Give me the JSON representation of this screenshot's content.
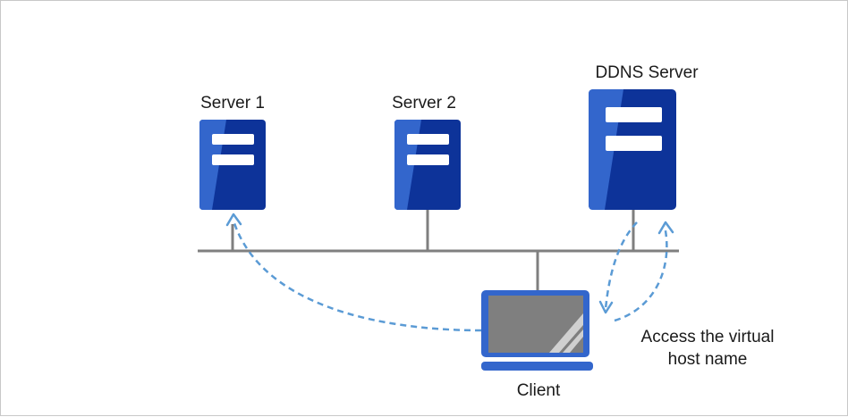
{
  "nodes": {
    "server1": {
      "label": "Server 1"
    },
    "server2": {
      "label": "Server 2"
    },
    "ddns": {
      "label": "DDNS Server"
    },
    "client": {
      "label": "Client"
    }
  },
  "annotation": {
    "line1": "Access the virtual",
    "line2": "host name"
  },
  "colors": {
    "server_dark": "#0d3399",
    "server_light": "#3366cc",
    "network_line": "#7f7f7f",
    "flow_arrow": "#5b9bd5",
    "laptop_screen": "#7f7f7f"
  }
}
